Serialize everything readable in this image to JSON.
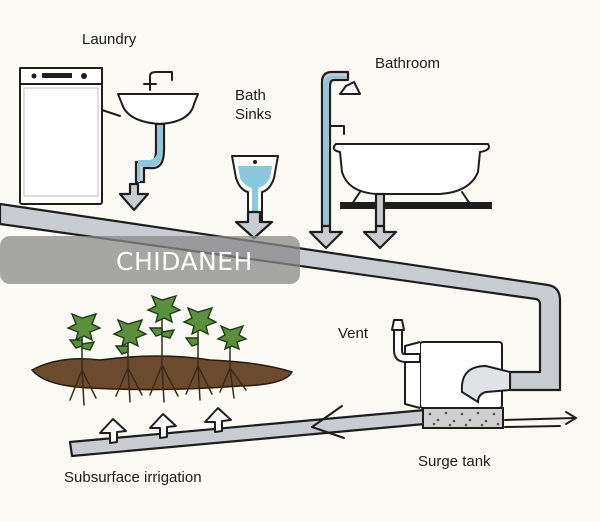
{
  "labels": {
    "laundry": "Laundry",
    "bath_sinks_line1": "Bath",
    "bath_sinks_line2": "Sinks",
    "bathroom": "Bathroom",
    "vent": "Vent",
    "surge_tank": "Surge tank",
    "subsurface_irrigation": "Subsurface irrigation"
  },
  "watermark": "CHIDANEH",
  "colors": {
    "pipe": "#c9ccd1",
    "water": "#8cc7e0",
    "soil": "#6b4a2e",
    "plant": "#5a8f3c",
    "watermark_band": "#8a8a8a"
  }
}
